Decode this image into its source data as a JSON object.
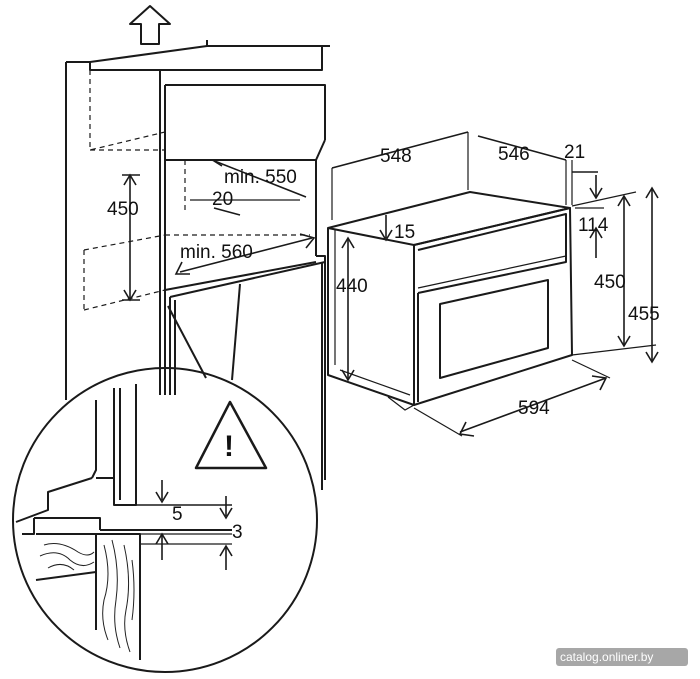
{
  "labels": {
    "cabinet_height": "450",
    "min_depth": "min. 550",
    "gap": "20",
    "min_width": "min. 560",
    "oven_depth_total": "548",
    "oven_depth_body": "546",
    "front_thickness": "21",
    "top_offset": "15",
    "front_height_small": "114",
    "body_height": "440",
    "front_height": "450",
    "total_height": "455",
    "width": "594",
    "detail_gap_5": "5",
    "detail_gap_3": "3",
    "warning_symbol": "!"
  },
  "watermark": "catalog.onliner.by",
  "colors": {
    "line": "#1a1a1a",
    "watermark_bg": "#8a8a8a"
  },
  "icons": [
    "arrow-up-icon",
    "warning-triangle-icon"
  ]
}
